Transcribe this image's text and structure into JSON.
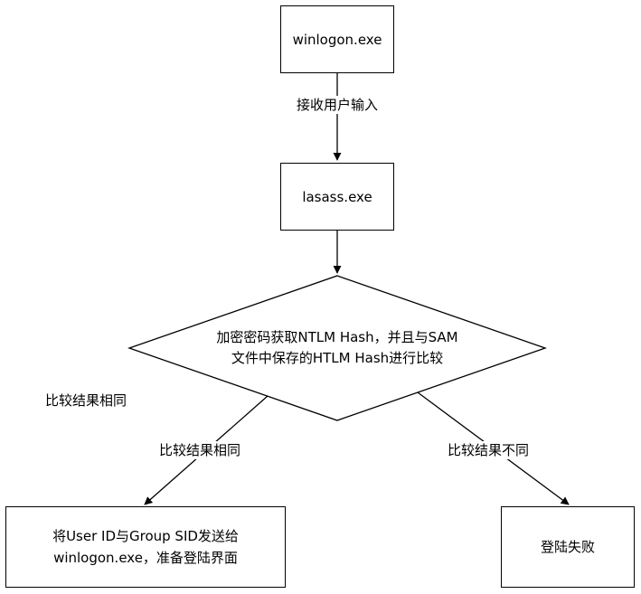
{
  "nodes": {
    "winlogon": "winlogon.exe",
    "lsass": "lasass.exe",
    "compare": {
      "line1": "加密密码获取NTLM Hash，并且与SAM",
      "line2": "文件中保存的HTLM Hash进行比较"
    },
    "success": {
      "line1": "将User ID与Group SID发送给",
      "line2": "winlogon.exe，准备登陆界面"
    },
    "failure": "登陆失败"
  },
  "edges": {
    "winlogon_to_lsass": "接收用户输入",
    "to_success": "比较结果相同",
    "to_failure": "比较结果不同"
  },
  "free_text": "比较结果相同"
}
